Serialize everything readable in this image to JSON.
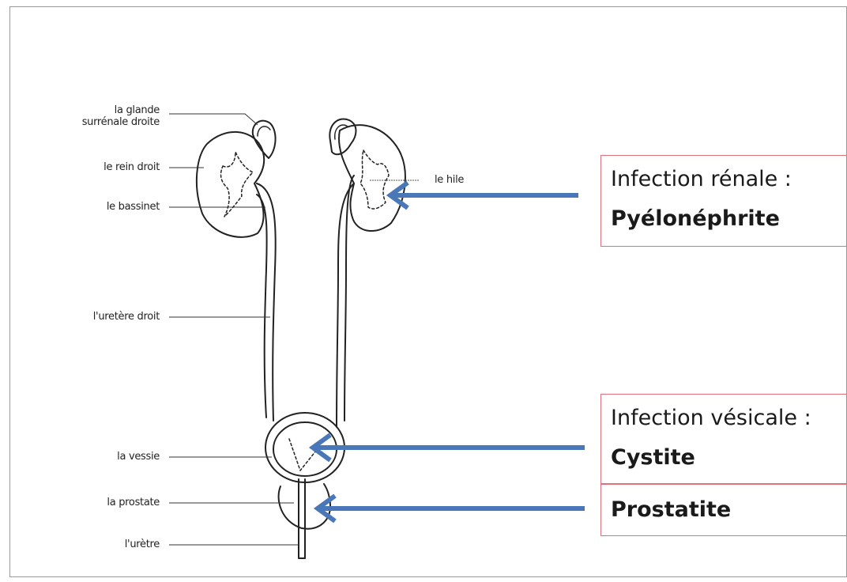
{
  "anatomy_labels": {
    "adrenal_line1": "la glande",
    "adrenal_line2": "surrénale droite",
    "kidney": "le rein droit",
    "pelvis": "le bassinet",
    "hilum": "le hile",
    "ureter": "l'uretère droit",
    "bladder": "la vessie",
    "prostate": "la prostate",
    "urethra": "l'urètre"
  },
  "callouts": {
    "kidney_infection": {
      "title": "Infection rénale :",
      "name": "Pyélonéphrite"
    },
    "bladder_infection": {
      "title": "Infection vésicale :",
      "name": "Cystite"
    },
    "prostate_infection": {
      "name": "Prostatite"
    }
  },
  "colors": {
    "arrow": "#4a77b8",
    "box_border": "#e0707e",
    "organ_outline": "#222222",
    "frame": "#9a9a9a"
  }
}
